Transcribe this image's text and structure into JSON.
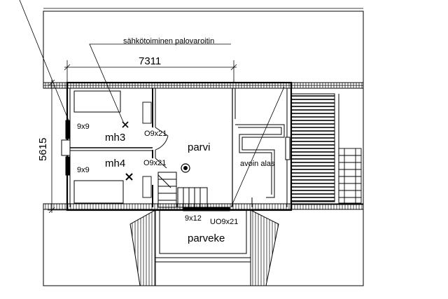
{
  "labels": {
    "smoke_detector_note": "sähkötoiminen palovaroitin",
    "dim_horizontal": "7311",
    "dim_vertical": "5615",
    "room_mh3": "mh3",
    "room_mh4": "mh4",
    "room_parvi": "parvi",
    "room_parveke": "parveke",
    "opening_below": "avoin alas",
    "window_mh3": "9x9",
    "window_mh4": "9x9",
    "door_mh3": "O9x21",
    "door_mh4": "O9x21",
    "window_balcony": "9x12",
    "door_balcony": "UO9x21"
  }
}
